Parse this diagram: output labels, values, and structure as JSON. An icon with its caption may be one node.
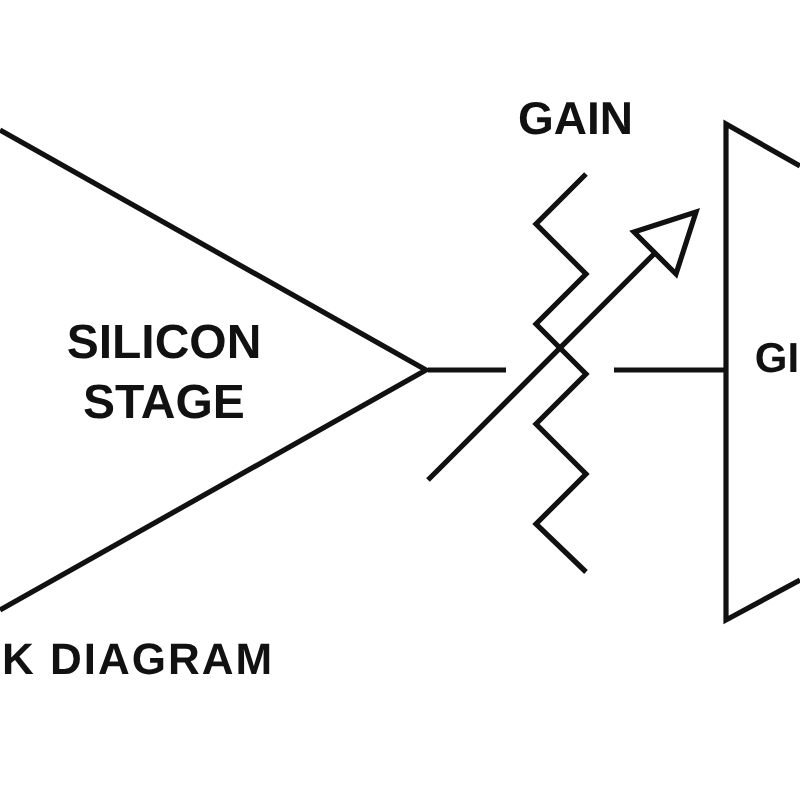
{
  "diagram": {
    "caption": "K DIAGRAM",
    "nodes": [
      {
        "text": [
          "SILICON STAGE"
        ]
      },
      {
        "text": [],
        "shape": "resistor",
        "beside": [
          "GAIN"
        ]
      },
      {
        "text": [
          "GI"
        ]
      }
    ],
    "edges": [
      {
        "from": 0,
        "to": 1,
        "arrow": "none"
      },
      {
        "from": 1,
        "to": 2,
        "arrow": "none"
      }
    ]
  }
}
